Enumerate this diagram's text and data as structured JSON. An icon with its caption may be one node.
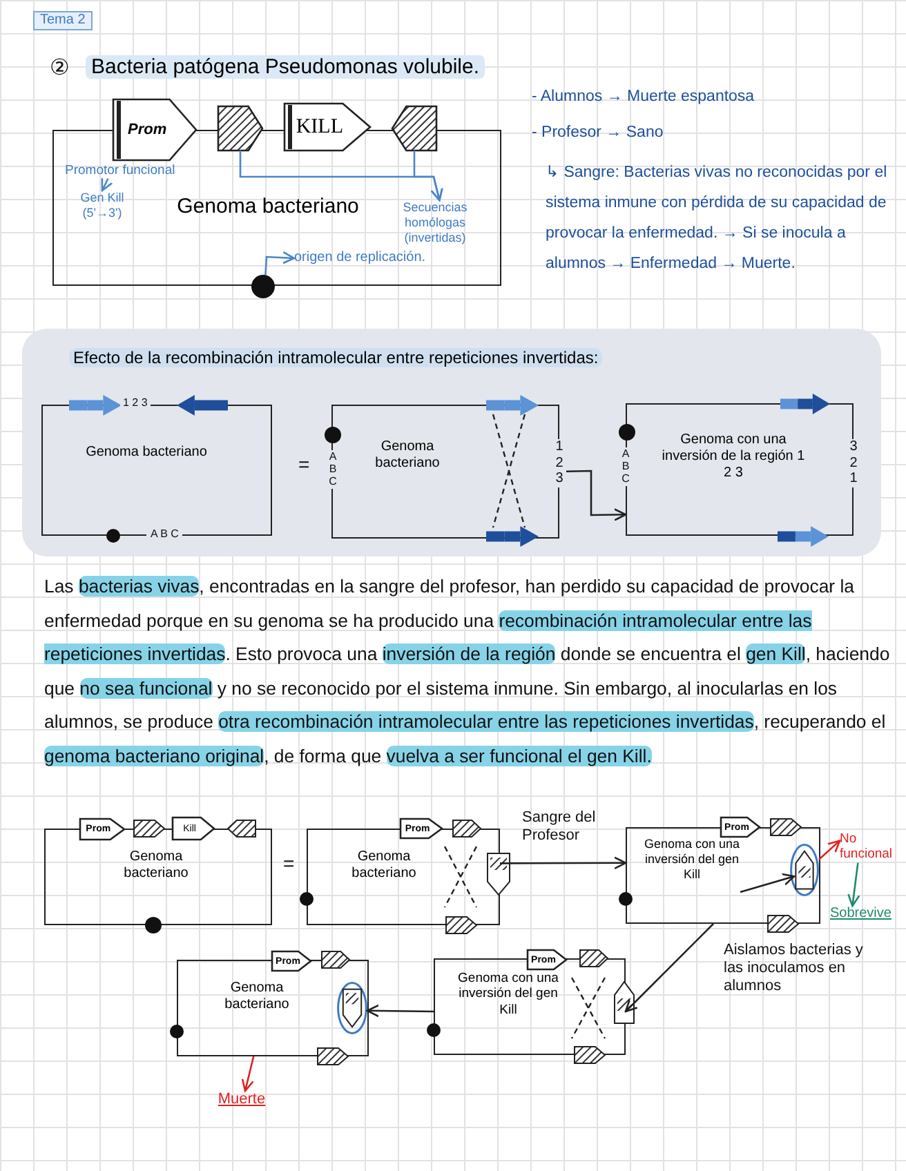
{
  "diagram": {
    "title": "Bacteria patógena Pseudomonas volubile.",
    "nodes": [
      {
        "text": [
          "Genoma bacteriano"
        ]
      },
      {
        "text": [
          "Prom"
        ]
      },
      {
        "text": [],
        "shape": "arrow"
      },
      {
        "text": [
          "KILL"
        ]
      },
      {
        "text": [],
        "shape": "arrow"
      },
      {
        "text": [],
        "shape": "circle"
      },
      {
        "text": [
          "Promotor funcional"
        ],
        "in": 0
      },
      {
        "text": [
          "Gen Kill (5'→3')"
        ],
        "in": 0
      },
      {
        "text": [
          "Secuencias homólogas (invertidas)"
        ],
        "in": 0
      },
      {
        "text": [
          "origen de replicación."
        ],
        "in": 0
      },
      {
        "text": [
          "Efecto de la recombinación intramolecular entre repeticiones invertidas:"
        ]
      },
      {
        "text": [
          "Genoma bacteriano"
        ],
        "in": 10
      },
      {
        "text": [
          "Genoma bacteriano"
        ],
        "in": 10
      },
      {
        "text": [
          "Genoma con una inversión de la región 1 2 3"
        ],
        "in": 10
      },
      {
        "text": [
          "Genoma bacteriano"
        ]
      },
      {
        "text": [
          "Prom"
        ]
      },
      {
        "text": [
          "Kill"
        ]
      },
      {
        "text": [
          "Genoma bacteriano"
        ]
      },
      {
        "text": [
          "Prom"
        ]
      },
      {
        "text": [
          "Genoma con una inversión del gen Kill"
        ]
      },
      {
        "text": [
          "Prom"
        ]
      },
      {
        "text": [],
        "shape": "arrow",
        "in": 19
      },
      {
        "text": [
          "No funcional"
        ]
      },
      {
        "text": [
          "Sobrevive"
        ]
      },
      {
        "text": [
          "Genoma con una inversión del gen Kill"
        ]
      },
      {
        "text": [
          "Prom"
        ]
      },
      {
        "text": [
          "Genoma bacteriano"
        ]
      },
      {
        "text": [
          "Prom"
        ]
      },
      {
        "text": [],
        "shape": "arrow",
        "in": 26
      },
      {
        "text": [
          "Muerte"
        ]
      }
    ],
    "edges": [
      {
        "from": 6,
        "to": 7,
        "arrow": "to",
        "color": "#4a86c8"
      },
      {
        "from": 2,
        "to": 8,
        "arrow": "to",
        "color": "#4a86c8"
      },
      {
        "from": 4,
        "to": 8,
        "arrow": "to",
        "color": "#4a86c8"
      },
      {
        "from": 5,
        "to": 9,
        "arrow": "to",
        "color": "#4a86c8"
      },
      {
        "from": 12,
        "to": 13,
        "arrow": "to"
      },
      {
        "from": 17,
        "to": 19,
        "arrow": "to",
        "label": "Sangre del Profesor"
      },
      {
        "from": null,
        "to": 21,
        "arrow": "to"
      },
      {
        "from": 21,
        "to": 22,
        "arrow": "to",
        "color": "#e02020"
      },
      {
        "from": 22,
        "to": 23,
        "arrow": "to",
        "color": "#1e8a6a"
      },
      {
        "from": 19,
        "to": 24,
        "arrow": "to",
        "label": "Aislamos bacterias y las inoculamos en alumnos"
      },
      {
        "from": 24,
        "to": 28,
        "arrow": "to"
      },
      {
        "from": 26,
        "to": 29,
        "arrow": "to",
        "color": "#e02020"
      }
    ],
    "labels": [
      "Tema 2",
      "②",
      "- Alumnos → Muerte espantosa",
      "- Profesor → Sano",
      "↳ Sangre: Bacterias vivas no reconocidas por el sistema inmune con pérdida de su capacidad de provocar la enfermedad. → Si se inocula a alumnos → Enfermedad → Muerte.",
      "1 2 3",
      "A B C",
      "=",
      "A B C",
      "1 2 3",
      "A B C",
      "3 2 1",
      "Las **bacterias vivas**, encontradas en la sangre del profesor, han perdido su capacidad de provocar la enfermedad porque en su genoma se ha producido una **recombinación intramolecular entre las repeticiones invertidas**. Esto provoca una **inversión de la región** donde se encuentra el **gen Kill**, haciendo que **no sea funcional** y no se reconocido por el sistema inmune. Sin embargo, al inocularlas en los alumnos, se produce **otra recombinación intramolecular entre las repeticiones invertidas**, recuperando el **genoma bacteriano original**, de forma que **vuelva a ser funcional el gen Kill.**",
      "="
    ]
  }
}
